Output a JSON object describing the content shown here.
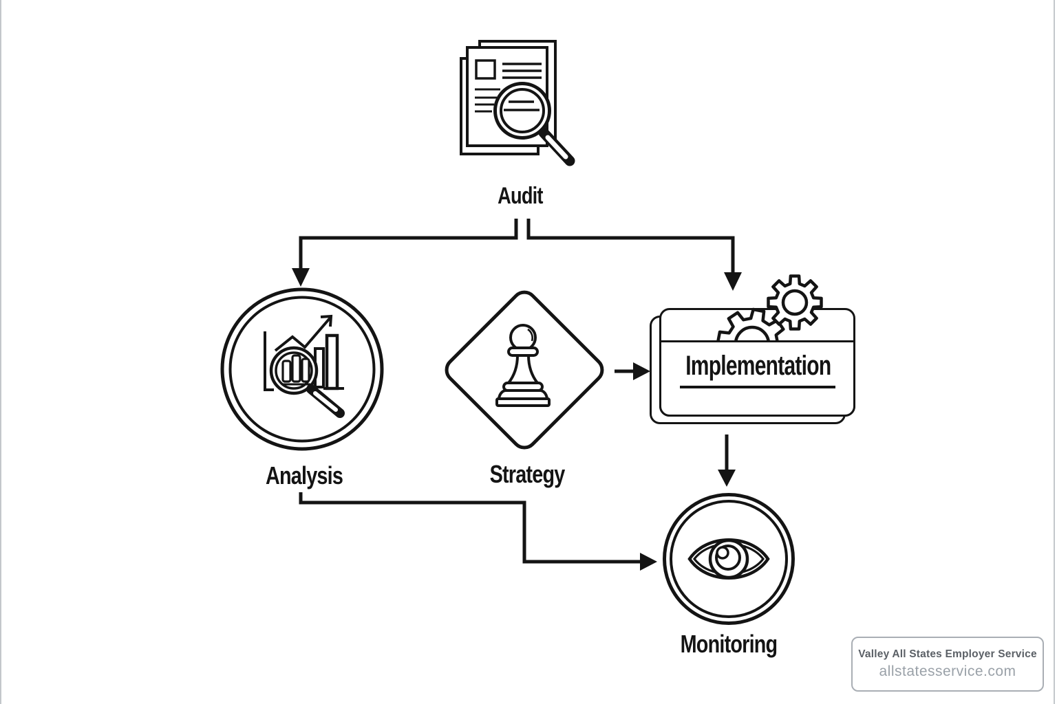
{
  "diagram": {
    "nodes": [
      {
        "id": "audit",
        "label": "Audit",
        "icon": "document-magnifier-icon"
      },
      {
        "id": "analysis",
        "label": "Analysis",
        "icon": "bar-chart-magnifier-icon"
      },
      {
        "id": "strategy",
        "label": "Strategy",
        "icon": "chess-pawn-icon"
      },
      {
        "id": "implementation",
        "label": "Implementation",
        "icon": "gears-icon"
      },
      {
        "id": "monitoring",
        "label": "Monitoring",
        "icon": "eye-icon"
      }
    ],
    "edges": [
      {
        "from": "Audit",
        "to": "Analysis"
      },
      {
        "from": "Audit",
        "to": "Implementation"
      },
      {
        "from": "Strategy",
        "to": "Implementation"
      },
      {
        "from": "Implementation",
        "to": "Monitoring"
      },
      {
        "from": "Analysis",
        "to": "Monitoring"
      }
    ],
    "colors": {
      "ink": "#141414",
      "background": "#ffffff"
    }
  },
  "credit": {
    "company": "Valley All States Employer Service",
    "website": "allstatesservice.com"
  }
}
